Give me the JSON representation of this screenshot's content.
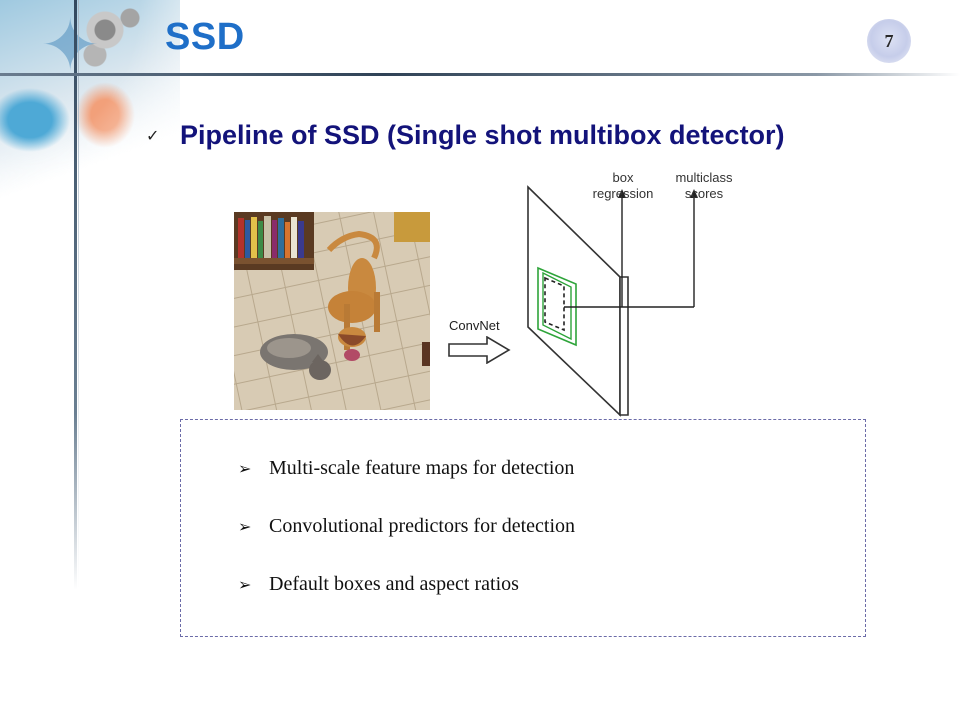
{
  "slide": {
    "title": "SSD",
    "page_number": "7",
    "subtitle": "Pipeline of SSD (Single shot multibox detector)"
  },
  "diagram": {
    "convnet_label": "ConvNet",
    "box_regression_label_line1": "box",
    "box_regression_label_line2": "regression",
    "multiclass_label_line1": "multiclass",
    "multiclass_label_line2": "scores"
  },
  "features": [
    "Multi-scale feature maps for detection",
    "Convolutional predictors for detection",
    "Default boxes and aspect ratios"
  ],
  "icons": {
    "bullet": "check-icon",
    "feature_bullet": "pointer-arrow-icon"
  }
}
